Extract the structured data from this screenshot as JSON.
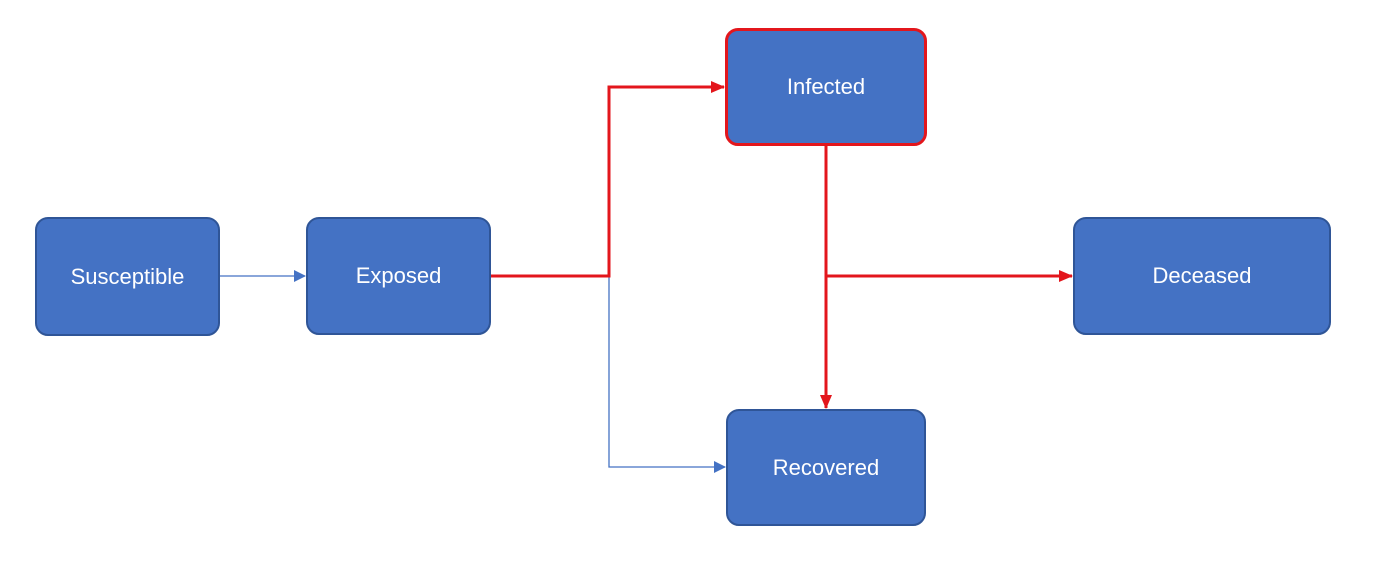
{
  "colors": {
    "node_fill": "#4472c4",
    "node_border": "#2f5597",
    "highlight": "#e3161c",
    "thin_connector": "#4472c4",
    "text": "#ffffff"
  },
  "nodes": {
    "susceptible": {
      "label": "Susceptible"
    },
    "exposed": {
      "label": "Exposed"
    },
    "infected": {
      "label": "Infected",
      "highlighted": true
    },
    "deceased": {
      "label": "Deceased"
    },
    "recovered": {
      "label": "Recovered"
    }
  },
  "edges": [
    {
      "from": "susceptible",
      "to": "exposed",
      "style": "thin-blue"
    },
    {
      "from": "exposed",
      "to": "infected",
      "style": "thick-red"
    },
    {
      "from": "exposed",
      "to": "recovered",
      "style": "thin-blue"
    },
    {
      "from": "infected",
      "to": "deceased",
      "style": "thick-red"
    },
    {
      "from": "infected",
      "to": "recovered",
      "style": "thick-red"
    }
  ]
}
